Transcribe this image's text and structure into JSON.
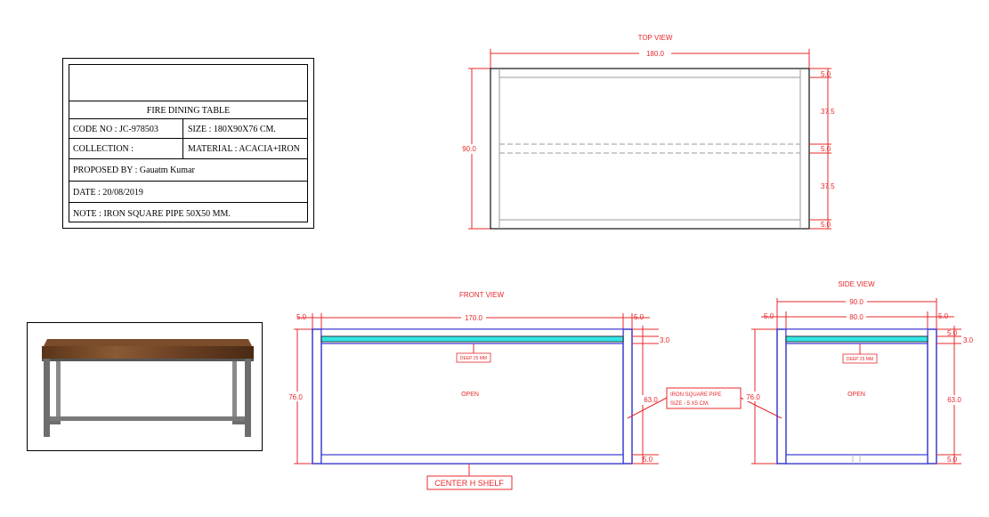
{
  "spec_table": {
    "title": "FIRE DINING TABLE",
    "code_no": "CODE NO : JC-978503",
    "size": "SIZE : 180X90X76 CM.",
    "collection": "COLLECTION :",
    "material": "MATERIAL : ACACIA+IRON",
    "proposed_by": "PROPOSED BY : Gauatm Kumar",
    "date": "DATE : 20/08/2019",
    "note": "NOTE : IRON SQUARE PIPE 50X50 MM."
  },
  "top_view": {
    "title": "TOP VIEW",
    "overall_length": "180.0",
    "overall_width": "90.0",
    "dims_right": [
      "5.0",
      "37.5",
      "5.0",
      "37.5",
      "5.0"
    ]
  },
  "front_view": {
    "title": "FRONT VIEW",
    "left_post": "5.0",
    "inner_length": "170.0",
    "right_post": "5.0",
    "height": "76.0",
    "top_thickness": "3.0",
    "inner_height": "63.0",
    "shelf": "5.0",
    "deep_note": "DEEP 25 MM",
    "open_label": "OPEN",
    "center_label": "CENTER H SHELF"
  },
  "side_view": {
    "title": "SIDE VIEW",
    "overall_width": "90.0",
    "left_post": "5.0",
    "inner_width": "80.0",
    "right_post": "5.0",
    "height": "76.0",
    "top_thickness_a": "5.0",
    "top_thickness_b": "3.0",
    "inner_height": "63.0",
    "shelf": "5.0",
    "deep_note": "DEEP 25 MM",
    "open_label": "OPEN"
  },
  "callout": {
    "line1": "IRON SQUARE PIPE",
    "line2": "SIZE - 5 X5 CM."
  },
  "colors": {
    "dimension": "#e8282b",
    "frame": "#3b3bd0",
    "top_board": "#33e6e6",
    "outline": "#111111"
  }
}
